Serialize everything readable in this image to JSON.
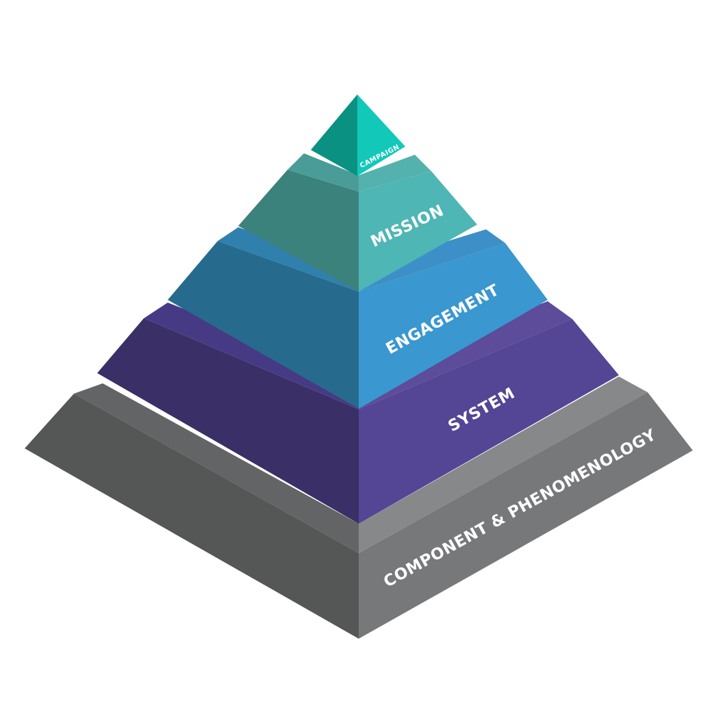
{
  "pyramid": {
    "tiers": [
      {
        "label": "COMPONENT & PHENOMENOLOGY",
        "colors": {
          "left": "#555656",
          "right": "#77787a",
          "top_left": "#636465",
          "top_right": "#878889"
        }
      },
      {
        "label": "SYSTEM",
        "colors": {
          "left": "#3a2f66",
          "right": "#544595",
          "top_left": "#473a85",
          "top_right": "#5c4c99"
        }
      },
      {
        "label": "ENGAGEMENT",
        "colors": {
          "left": "#266b8e",
          "right": "#3a97cf",
          "top_left": "#2f80ad",
          "top_right": "#3d90c7"
        }
      },
      {
        "label": "MISSION",
        "colors": {
          "left": "#3b827c",
          "right": "#4eb6b4",
          "top_left": "#4a9c98",
          "top_right": "#54b2ae"
        }
      },
      {
        "label": "CAMPAIGN",
        "colors": {
          "left": "#0a9182",
          "right": "#12c8b8"
        }
      }
    ]
  }
}
